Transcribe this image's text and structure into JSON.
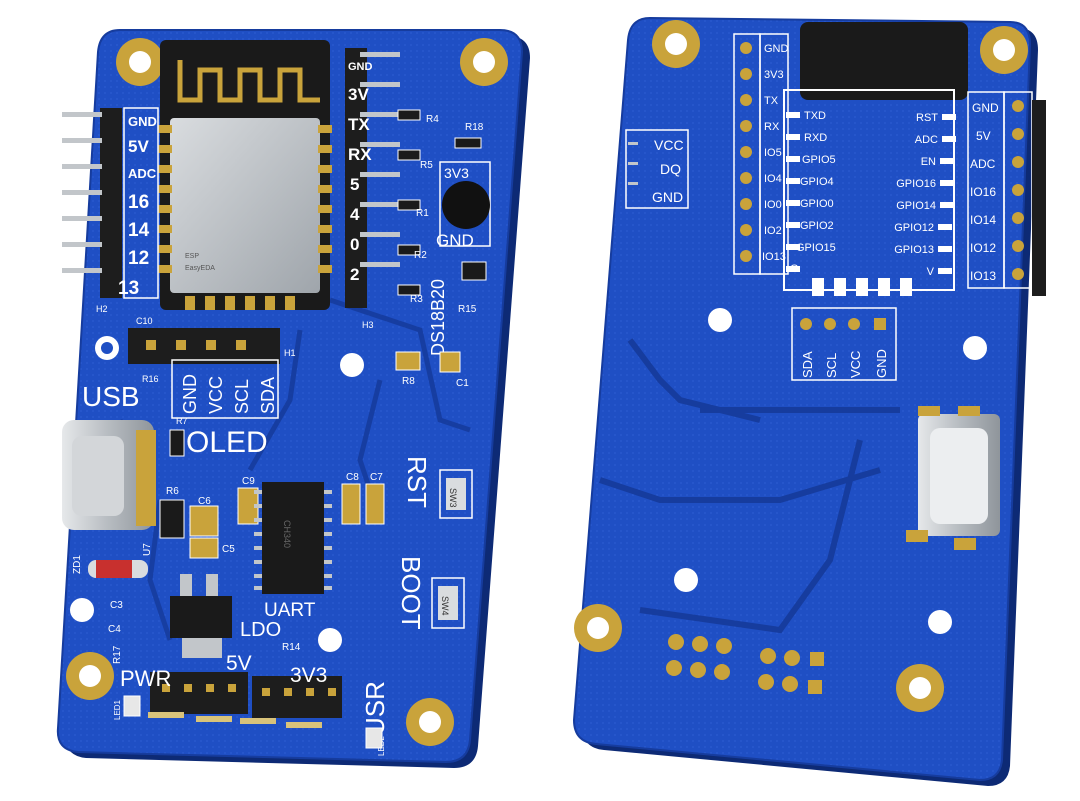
{
  "scene": {
    "description_colors": {
      "background": "#ffffff",
      "pcb_blue": "#1f4fc4",
      "pcb_blue_dark": "#163c9e",
      "pcb_edge": "#0d2a75",
      "silkscreen": "#ffffff",
      "gold": "#c9a33b",
      "gold_dark": "#8a6d1c",
      "header_black": "#1d1d1d",
      "metal": "#bfc3c7"
    }
  },
  "front": {
    "module_label_1": "ESP",
    "module_label_2": "EasyEDA",
    "left_header_labels": [
      "GND",
      "5V",
      "ADC",
      "16",
      "14",
      "12",
      "13"
    ],
    "right_header_labels": [
      "GND",
      "3V",
      "TX",
      "RX",
      "5",
      "4",
      "0",
      "2"
    ],
    "resistor_labels": [
      "R4",
      "R5",
      "R1",
      "R2",
      "R3",
      "R18",
      "R15"
    ],
    "h2": "H2",
    "h3": "H3",
    "h1": "H1",
    "c10": "C10",
    "r16": "R16",
    "oled_pins": [
      "GND",
      "VCC",
      "SCL",
      "SDA"
    ],
    "usb": "USB",
    "oled": "OLED",
    "r7": "R7",
    "r6": "R6",
    "c6": "C6",
    "c5": "C5",
    "c9": "C9",
    "c8": "C8",
    "c7": "C7",
    "c1": "C1",
    "r8": "R8",
    "u7": "U7",
    "zd1": "ZD1",
    "c3": "C3",
    "c4": "C4",
    "r17": "R17",
    "chip": "CH340",
    "uart": "UART",
    "ldo": "LDO",
    "r14": "R14",
    "fivev": "5V",
    "threev3": "3V3",
    "pwr": "PWR",
    "usr": "USR",
    "led1": "LED1",
    "led2": "LED2",
    "rst": "RST",
    "boot": "BOOT",
    "sw3": "SW3",
    "sw4": "SW4",
    "ds18b20": "DS18B20",
    "sensor_top": "3V3",
    "sensor_bottom": "GND"
  },
  "back": {
    "left_col": [
      "GND",
      "3V3",
      "TX",
      "RX",
      "IO5",
      "IO4",
      "IO0",
      "IO2",
      "IO13"
    ],
    "module_left": [
      "TXD",
      "RXD",
      "GPIO5",
      "GPIO4",
      "GPIO0",
      "GPIO2",
      "GPIO15",
      "G"
    ],
    "module_right": [
      "RST",
      "ADC",
      "EN",
      "GPIO16",
      "GPIO14",
      "GPIO12",
      "GPIO13",
      "V"
    ],
    "right_col": [
      "GND",
      "5V",
      "ADC",
      "IO16",
      "IO14",
      "IO12",
      "IO13"
    ],
    "sensor_pins": [
      "VCC",
      "DQ",
      "GND"
    ],
    "i2c_pins": [
      "SDA",
      "SCL",
      "VCC",
      "GND"
    ]
  }
}
